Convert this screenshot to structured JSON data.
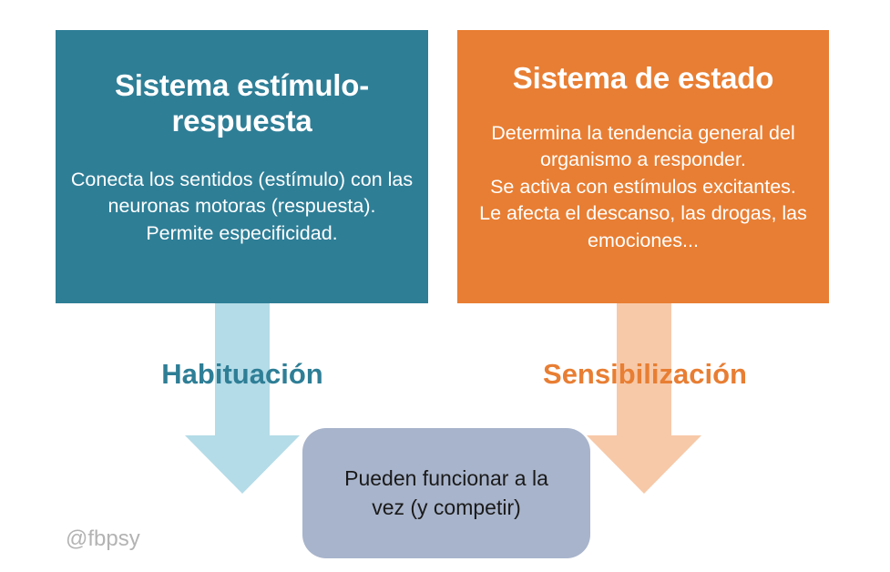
{
  "diagram": {
    "watermark": "@fbpsy",
    "colors": {
      "teal": "#2E7E96",
      "orange": "#E87E33",
      "light_teal": "#B4DCE8",
      "light_orange": "#F7C9A8",
      "gray_blue": "#A8B4CB",
      "background": "#FFFFFF",
      "box_text": "#FFFFFF",
      "outcome_text": "#1A1A1A",
      "watermark_text": "#B3B3B3"
    },
    "boxes": {
      "stimulus_response": {
        "title": "Sistema estímulo-respuesta",
        "body": "Conecta los sentidos (estímulo) con las neuronas motoras (respuesta).\nPermite especificidad.",
        "color": "#2E7E96"
      },
      "state_system": {
        "title": "Sistema de estado",
        "body": "Determina la tendencia general del organismo a responder.\nSe activa con estímulos excitantes.\nLe afecta el descanso, las drogas, las emociones...",
        "color": "#E87E33"
      },
      "outcome": {
        "text": "Pueden funcionar a la vez (y competir)",
        "color": "#A8B4CB"
      }
    },
    "arrows": {
      "habituation": {
        "label": "Habituación",
        "direction": "down",
        "color": "#B4DCE8",
        "label_color": "#2E7E96"
      },
      "sensitization": {
        "label": "Sensibilización",
        "direction": "down",
        "color": "#F7C9A8",
        "label_color": "#E87E33"
      }
    }
  }
}
